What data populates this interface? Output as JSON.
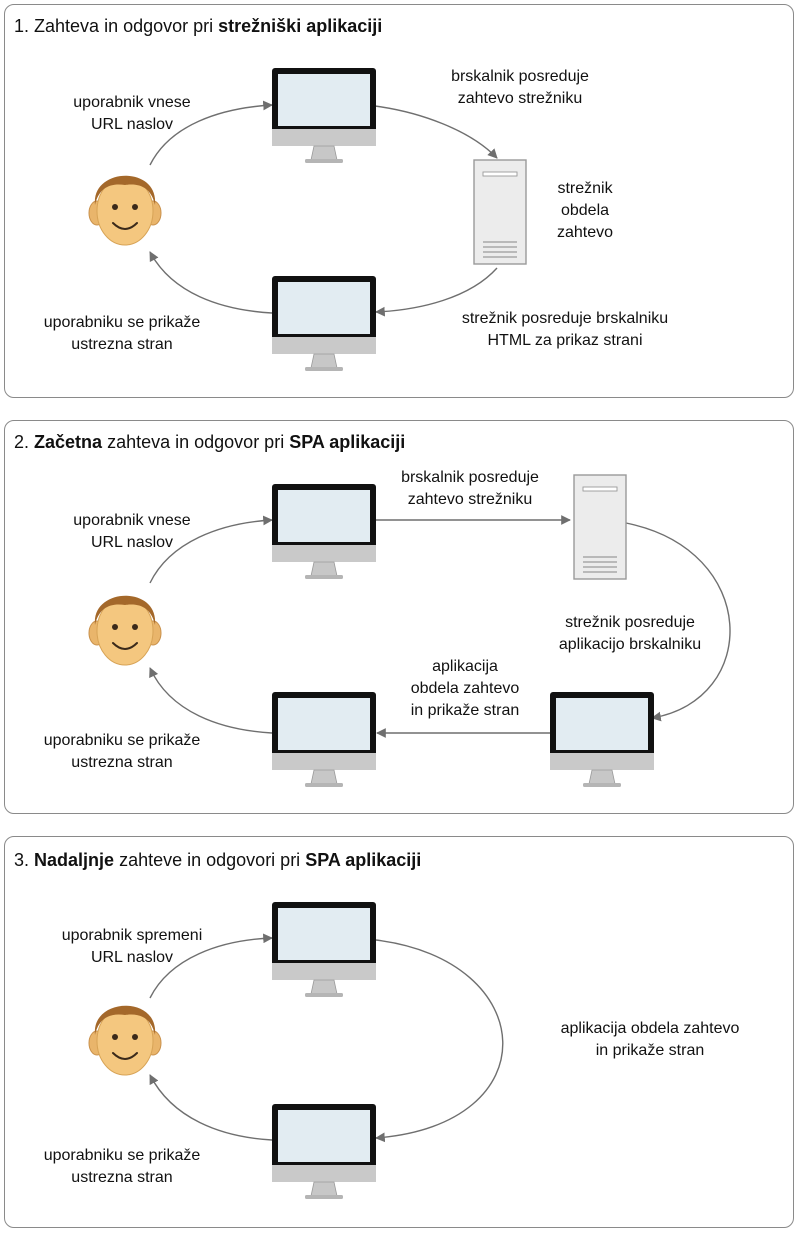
{
  "colors": {
    "stroke": "#6f6f6f",
    "monitor": "#111111",
    "screen": "#e2ecf2",
    "stand": "#c7c7c7",
    "server": "#ececec",
    "skin": "#f4c77f",
    "hair": "#a4682a"
  },
  "icons": [
    "monitor-icon",
    "server-icon",
    "user-face-icon"
  ],
  "panel1": {
    "num": "1.",
    "title_regular": "Zahteva in odgovor pri",
    "title_bold": "strežniški aplikaciji",
    "user_enters_l1": "uporabnik vnese",
    "user_enters_l2": "URL naslov",
    "browser_forwards_l1": "brskalnik posreduje",
    "browser_forwards_l2": "zahtevo strežniku",
    "server_processes_l1": "strežnik",
    "server_processes_l2": "obdela",
    "server_processes_l3": "zahtevo",
    "server_sends_l1": "strežnik posreduje brskalniku",
    "server_sends_l2": "HTML za prikaz strani",
    "user_sees_l1": "uporabniku se prikaže",
    "user_sees_l2": "ustrezna stran"
  },
  "panel2": {
    "num": "2.",
    "title_bold1": "Začetna",
    "title_regular": "zahteva in odgovor pri",
    "title_bold2": "SPA aplikaciji",
    "user_enters_l1": "uporabnik vnese",
    "user_enters_l2": "URL naslov",
    "browser_forwards_l1": "brskalnik posreduje",
    "browser_forwards_l2": "zahtevo strežniku",
    "server_sends_l1": "strežnik posreduje",
    "server_sends_l2": "aplikacijo brskalniku",
    "app_processes_l1": "aplikacija",
    "app_processes_l2": "obdela zahtevo",
    "app_processes_l3": "in prikaže stran",
    "user_sees_l1": "uporabniku se prikaže",
    "user_sees_l2": "ustrezna stran"
  },
  "panel3": {
    "num": "3.",
    "title_bold1": "Nadaljnje",
    "title_regular": "zahteve in odgovori pri",
    "title_bold2": "SPA aplikaciji",
    "user_changes_l1": "uporabnik spremeni",
    "user_changes_l2": "URL naslov",
    "app_processes_l1": "aplikacija obdela zahtevo",
    "app_processes_l2": "in prikaže stran",
    "user_sees_l1": "uporabniku se prikaže",
    "user_sees_l2": "ustrezna stran"
  }
}
